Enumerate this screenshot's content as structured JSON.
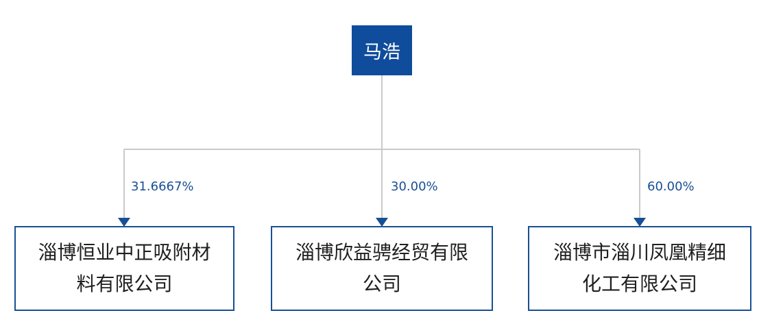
{
  "root": {
    "name": "马浩"
  },
  "children": [
    {
      "name": "淄博恒业中正吸附材料有限公司",
      "share": "31.6667%"
    },
    {
      "name": "淄博欣益骋经贸有限公司",
      "share": "30.00%"
    },
    {
      "name": "淄博市淄川凤凰精细化工有限公司",
      "share": "60.00%"
    }
  ],
  "colors": {
    "node_fill": "#0f4c9b",
    "node_border": "#174f94",
    "connector": "#c9c9c9",
    "arrow": "#174f94",
    "percent_text": "#174f94"
  }
}
